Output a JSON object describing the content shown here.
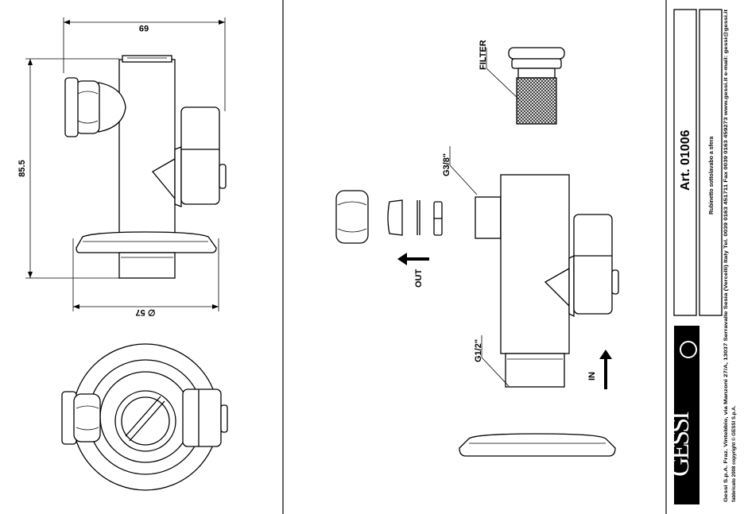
{
  "drawing": {
    "dim_width": "69",
    "dim_height": "85.5",
    "dim_base": "∅ 57",
    "label_filter": "FILTER",
    "label_g38": "G3/8\"",
    "label_g12": "G1/2\"",
    "label_out": "OUT",
    "label_in": "IN"
  },
  "title_block": {
    "article": "Art. 01006",
    "description": "Rubinetto sottolavabo a sfera",
    "company_line1": "Gessi S.p.A. Fraz. Vintebbio, via Manzoni 27/A, 13037 Serravalle Sesia (Vercelli) Italy Tel. 0039 0163 451711 Fax 0039 0163 459273 www.gessi.it e-mail: gessi@gessi.it",
    "company_line2": "fabbricato 2008 copyright © GESSI S.p.A.",
    "logo_text": "GESSI"
  }
}
